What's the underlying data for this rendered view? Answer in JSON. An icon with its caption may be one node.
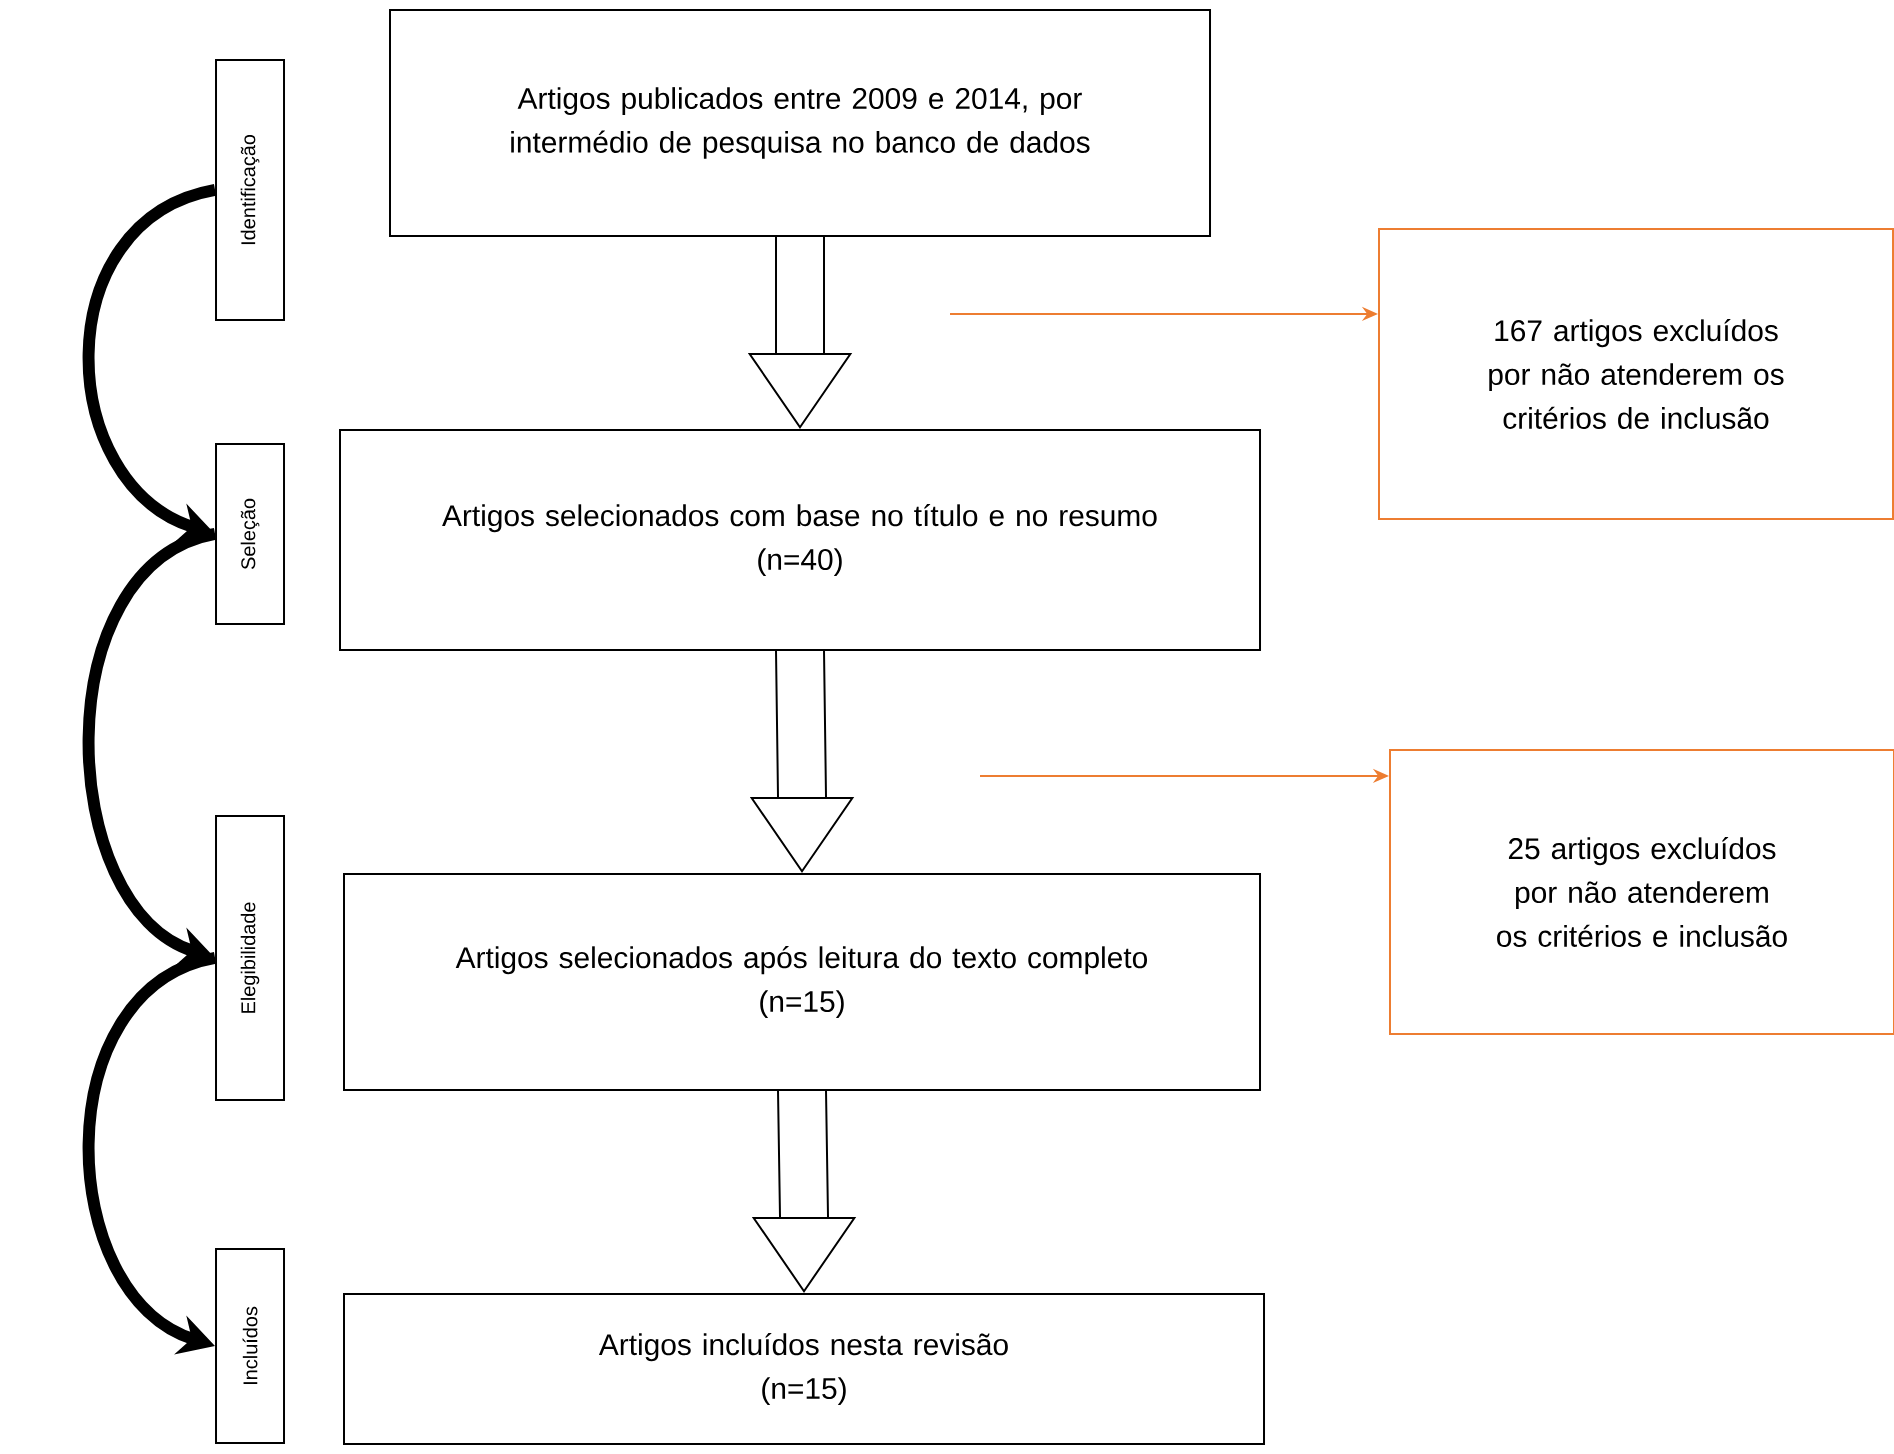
{
  "diagram": {
    "nodes": [
      {
        "text": [
          "Artigos publicados entre 2009 e 2014, por intermédio de pesquisa no banco de dados"
        ]
      },
      {
        "text": [
          "Artigos selecionados com base no título e no resumo",
          "(n=40)"
        ]
      },
      {
        "text": [
          "Artigos selecionados após leitura do texto completo",
          "(n=15)"
        ]
      },
      {
        "text": [
          "Artigos incluídos nesta revisão",
          "(n=15)"
        ]
      },
      {
        "text": [
          "167 artigos excluídos por não atenderem os critérios de inclusão"
        ]
      },
      {
        "text": [
          "25 artigos excluídos por não atenderem os critérios e inclusão"
        ]
      },
      {
        "text": [
          "Identificação"
        ]
      },
      {
        "text": [
          "Seleção"
        ]
      },
      {
        "text": [
          "Elegibilidade"
        ]
      },
      {
        "text": [
          "Incluídos"
        ]
      }
    ],
    "edges": [
      {
        "from": 0,
        "to": 1,
        "arrow": "to"
      },
      {
        "from": 1,
        "to": 2,
        "arrow": "to"
      },
      {
        "from": 2,
        "to": 3,
        "arrow": "to"
      },
      {
        "from": null,
        "to": 4,
        "arrow": "to",
        "color": "#ed7d31"
      },
      {
        "from": null,
        "to": 5,
        "arrow": "to",
        "color": "#ed7d31"
      },
      {
        "from": 6,
        "to": 7,
        "arrow": "to",
        "style": "thick"
      },
      {
        "from": 7,
        "to": 8,
        "arrow": "to",
        "style": "thick"
      },
      {
        "from": 8,
        "to": 9,
        "arrow": "to",
        "style": "thick"
      }
    ]
  }
}
